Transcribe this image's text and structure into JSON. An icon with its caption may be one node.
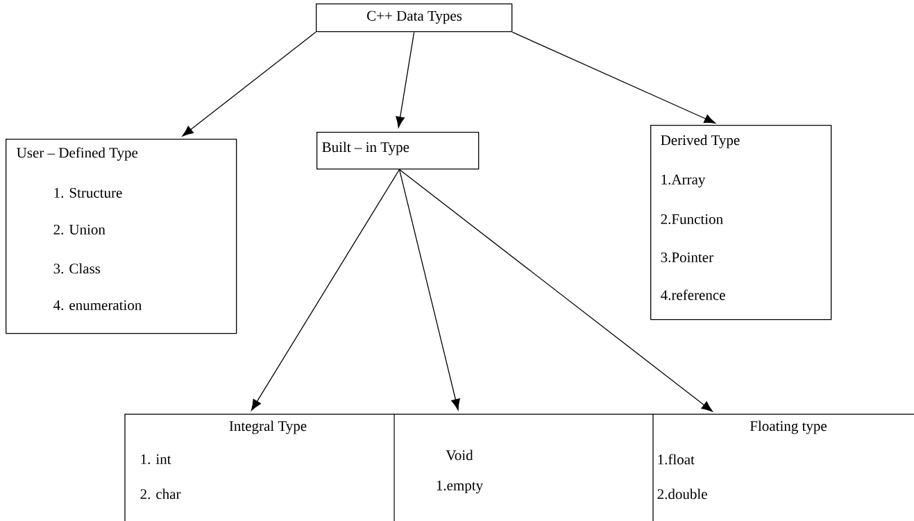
{
  "diagram": {
    "nodes": [
      {
        "text": [
          "C++ Data Types"
        ]
      },
      {
        "text": [
          "User – Defined Type",
          "1. Structure",
          "2. Union",
          "3. Class",
          "4. enumeration"
        ]
      },
      {
        "text": [
          "Built – in Type"
        ]
      },
      {
        "text": [
          "Derived Type",
          "1.Array",
          "2.Function",
          "3.Pointer",
          "4.reference"
        ]
      },
      {
        "text": [
          "Integral Type",
          "1. int",
          "2. char"
        ]
      },
      {
        "text": [
          "Void",
          "1.empty"
        ]
      },
      {
        "text": [
          "Floating type",
          "1.float",
          "2.double"
        ]
      }
    ],
    "edges": [
      {
        "from": 0,
        "to": 1,
        "arrow": "to"
      },
      {
        "from": 0,
        "to": 2,
        "arrow": "to"
      },
      {
        "from": 0,
        "to": 3,
        "arrow": "to"
      },
      {
        "from": 2,
        "to": 4,
        "arrow": "to"
      },
      {
        "from": 2,
        "to": 5,
        "arrow": "to"
      },
      {
        "from": 2,
        "to": 6,
        "arrow": "to"
      }
    ]
  }
}
